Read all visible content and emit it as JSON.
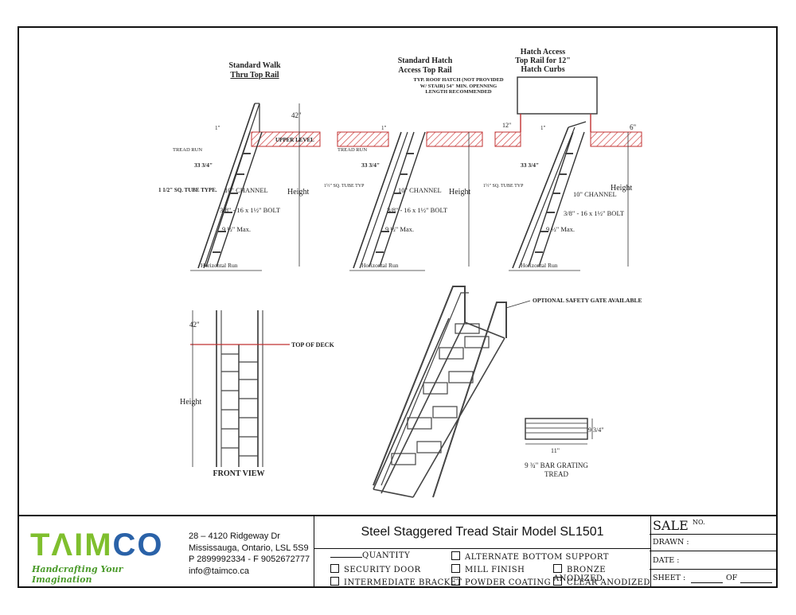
{
  "views": {
    "walk_thru": {
      "title_line1": "Standard Walk",
      "title_line2": "Thru Top Rail",
      "dim_top": "42\"",
      "dim_1in": "1\"",
      "upper_level": "UPPER LEVEL",
      "tread_run": "TREAD RUN",
      "dim_33": "33 3/4\"",
      "tube": "1 1/2\" SQ. TUBE TYPE.",
      "channel": "10\" CHANNEL",
      "bolt": "3/8\" - 16 x 1½\" BOLT",
      "max": "9 ½\" Max.",
      "height": "Height",
      "hrun": "Horizontal Run"
    },
    "hatch": {
      "title_line1": "Standard Hatch",
      "title_line2": "Access Top Rail",
      "note": "TYP. ROOF HATCH (NOT PROVIDED W/ STAIR) 54\" MIN. OPENNING LENGTH RECOMMENDED",
      "dim_1in": "1\"",
      "tread_run": "TREAD RUN",
      "dim_33": "33 3/4\"",
      "tube": "1½\" SQ. TUBE TYP",
      "channel": "10\" CHANNEL",
      "bolt": "3/8\" - 16 x 1½\" BOLT",
      "max": "9 ½\" Max.",
      "height": "Height",
      "hrun": "Horizontal Run"
    },
    "hatch12": {
      "title_line1": "Hatch Access",
      "title_line2": "Top Rail for 12\"",
      "title_line3": "Hatch Curbs",
      "dim_12": "12\"",
      "dim_6": "6\"",
      "dim_1in": "1\"",
      "dim_33": "33 3/4\"",
      "tube": "1½\" SQ. TUBE TYP",
      "channel": "10\" CHANNEL",
      "bolt": "3/8\" - 16 x 1½\" BOLT",
      "max": "9 ½\" Max.",
      "height": "Height",
      "hrun": "Horizontal Run"
    },
    "front": {
      "dim_top": "42\"",
      "top_of_deck": "TOP OF DECK",
      "height": "Height",
      "caption": "FRONT VIEW"
    },
    "iso": {
      "gate_note": "OPTIONAL SAFETY GATE AVAILABLE"
    },
    "tread": {
      "dim_h": "9 3/4\"",
      "dim_w": "11\"",
      "caption_line1": "9 ¾\" BAR GRATING",
      "caption_line2": "TREAD"
    }
  },
  "company": {
    "logo_part1": "TΛIM",
    "logo_part2": "CO",
    "tagline": "Handcrafting Your Imagination",
    "address1": "28 – 4120 Ridgeway Dr",
    "address2": "Mississauga, Ontario, LSL 5S9",
    "phone": "P 2899992334 - F 9052672777",
    "email": "info@taimco.ca"
  },
  "titleblock": {
    "title": "Steel Staggered Tread Stair  Model SL1501",
    "quantity": "QUANTITY",
    "options": [
      "SECURITY DOOR",
      "INTERMEDIATE BRACKET",
      "ALTERNATE BOTTOM SUPPORT",
      "MILL FINISH",
      "POWDER COATING",
      "BRONZE ANODIZED",
      "CLEAR ANODIZED"
    ],
    "sale": "SALE",
    "sale_no": "NO.",
    "drawn": "DRAWN :",
    "date": "DATE :",
    "sheet": "SHEET :",
    "of": "OF"
  }
}
